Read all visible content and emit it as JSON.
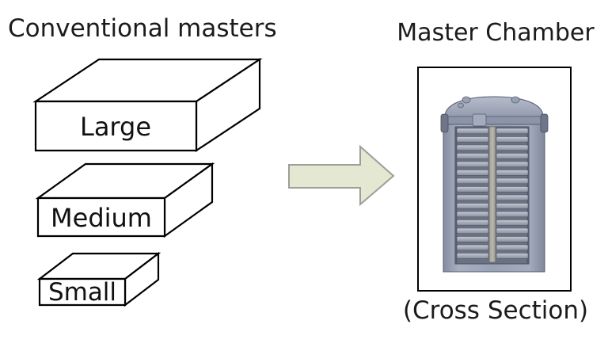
{
  "page": {
    "background": "#ffffff"
  },
  "left": {
    "title": "Conventional masters",
    "boxes": [
      {
        "label": "Large"
      },
      {
        "label": "Medium"
      },
      {
        "label": "Small"
      }
    ],
    "box_fill": "#ffffff",
    "box_stroke": "#000000"
  },
  "arrow": {
    "direction": "right",
    "fill": "#e4e7d2",
    "stroke": "#9aa098"
  },
  "right": {
    "title": "Master Chamber",
    "caption": "(Cross Section)",
    "frame_border": "#000000",
    "chamber": {
      "body_color": "#9aa2b6",
      "interior_color": "#6b7284",
      "tray_color": "#aab0bb",
      "rod_color": "#bcbab0",
      "tray_rows": 16
    }
  }
}
